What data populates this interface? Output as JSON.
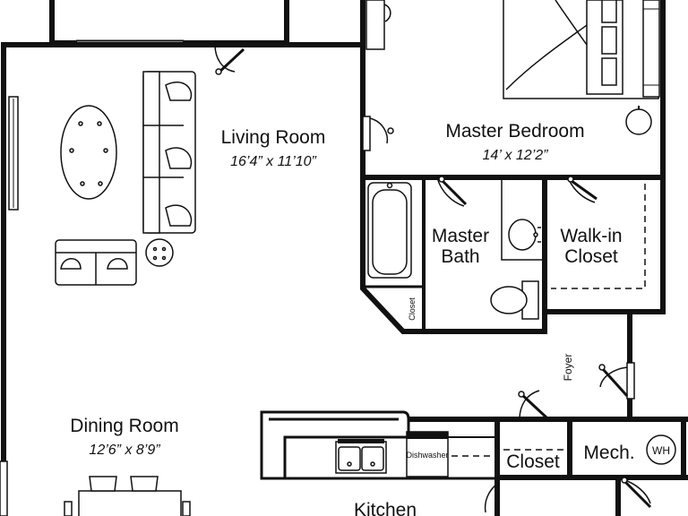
{
  "rooms": {
    "living": {
      "name": "Living Room",
      "dim": "16’4” x 11’10”"
    },
    "master_bedroom": {
      "name": "Master Bedroom",
      "dim": "14’ x 12’2”"
    },
    "master_bath": {
      "line1": "Master",
      "line2": "Bath"
    },
    "walk_in": {
      "line1": "Walk-in",
      "line2": "Closet"
    },
    "dining": {
      "name": "Dining Room",
      "dim": "12’6” x 8’9”"
    },
    "kitchen": {
      "name": "Kitchen"
    },
    "closet": {
      "name": "Closet"
    },
    "bath_closet": {
      "name": "Closet"
    },
    "mech": {
      "name": "Mech."
    },
    "foyer": {
      "name": "Foyer"
    }
  },
  "fixtures": {
    "water_heater": "WH",
    "dishwasher": "Dishwasher"
  }
}
